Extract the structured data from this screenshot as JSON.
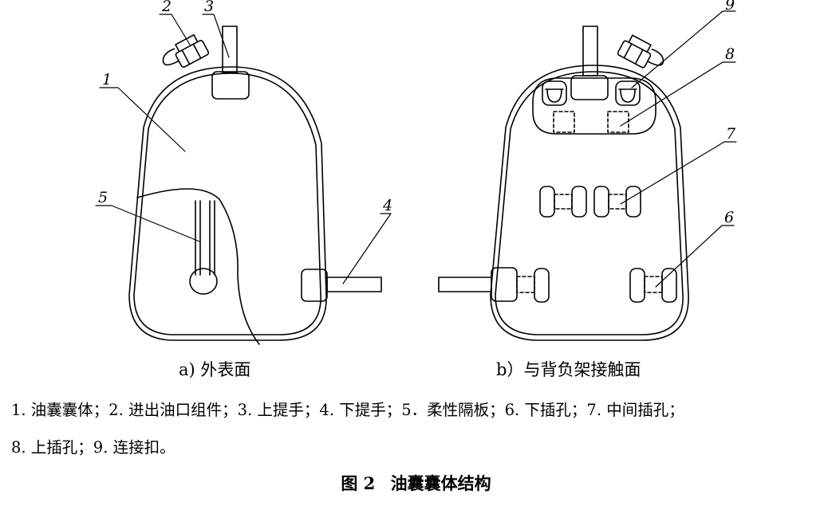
{
  "callouts": [
    "1",
    "2",
    "3",
    "4",
    "5",
    "6",
    "7",
    "8",
    "9"
  ],
  "subcaptions": {
    "a": "a) 外表面",
    "b": "b）与背负架接触面"
  },
  "legend": {
    "line1": "1. 油囊囊体；2. 进出油口组件；3. 上提手；4. 下提手；5．柔性隔板；6. 下插孔；7. 中间插孔；",
    "line2": "8. 上插孔；9. 连接扣。"
  },
  "figure_title": {
    "number": "图 2",
    "text": "油囊囊体结构"
  },
  "colors": {
    "line": "#000000",
    "background": "#ffffff"
  }
}
